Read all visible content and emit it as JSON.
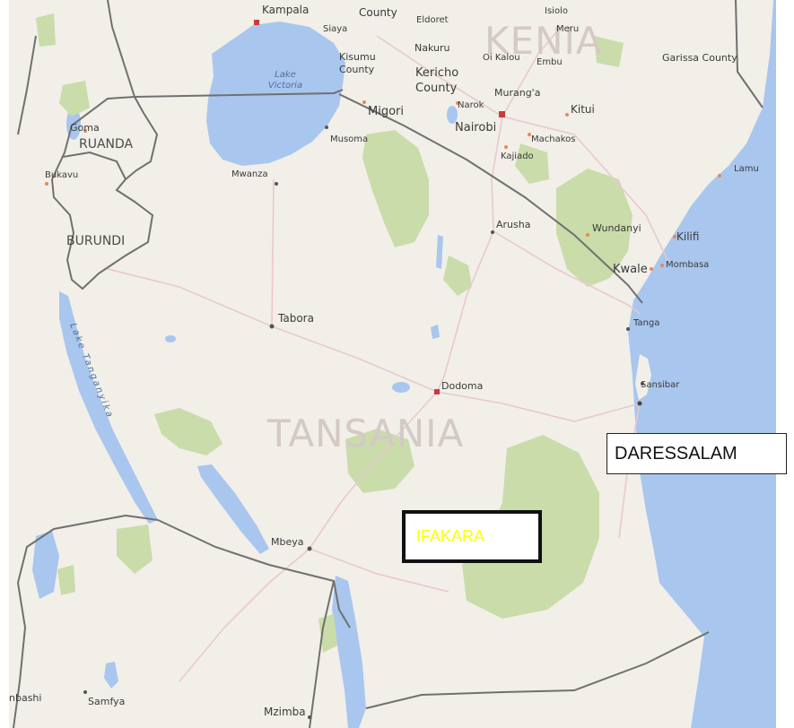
{
  "colors": {
    "land": "#f1efe8",
    "water": "#a9c6ee",
    "park": "#c9dcaa",
    "border": "#707070",
    "road": "#e9c8cf",
    "highlight_text": "#ffff00"
  },
  "map_labels": {
    "country_kenya": "KENIA",
    "country_tansania": "TANSANIA",
    "country_ruanda": "RUANDA",
    "country_burundi": "BURUNDI",
    "lake_victoria_1": "Lake",
    "lake_victoria_2": "Victoria",
    "lake_tanganyika": "Lake Tanganyika",
    "kampala": "Kampala",
    "county_top": "County",
    "eldoret": "Eldoret",
    "isiolo": "Isiolo",
    "meru": "Meru",
    "siaya": "Siaya",
    "nakuru": "Nakuru",
    "oi_kalou": "Oi Kalou",
    "embu": "Embu",
    "garissa": "Garissa County",
    "kisumu_1": "Kisumu",
    "kisumu_2": "County",
    "kericho_1": "Kericho",
    "kericho_2": "County",
    "murang_a": "Murang'a",
    "narok": "Narok",
    "kitui": "Kitui",
    "migori": "Migori",
    "nairobi": "Nairobi",
    "goma": "Goma",
    "musoma": "Musoma",
    "machakos": "Machakos",
    "kajiado": "Kajiado",
    "bukavu": "Bukavu",
    "mwanza": "Mwanza",
    "lamu": "Lamu",
    "arusha": "Arusha",
    "wundanyi": "Wundanyi",
    "kilifi": "Kilifi",
    "kwale": "Kwale",
    "mombasa": "Mombasa",
    "tabora": "Tabora",
    "tanga": "Tanga",
    "dodoma": "Dodoma",
    "sansibar": "Sansibar",
    "mbeya": "Mbeya",
    "lubumbashi": "nbashi",
    "samfya": "Samfya",
    "mzimba": "Mzimba"
  },
  "annotations": {
    "daressalam": "DARESSALAM",
    "ifakara": "IFAKARA"
  }
}
